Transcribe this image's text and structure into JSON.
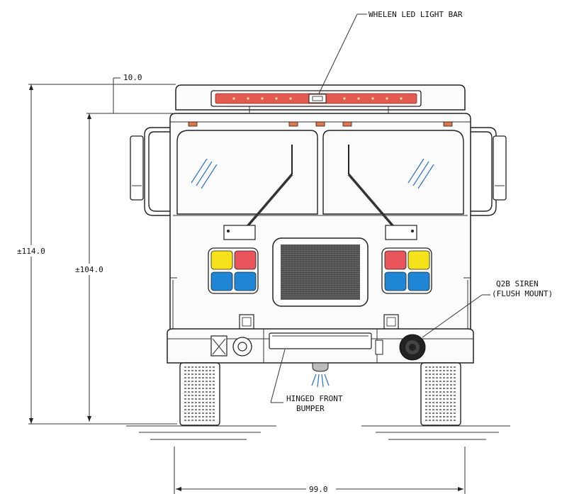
{
  "labels": {
    "light_bar": "WHELEN LED LIGHT BAR",
    "offset_top": "10.0",
    "height_overall": "±114.0",
    "height_body": "±104.0",
    "siren_line1": "Q2B SIREN",
    "siren_line2": "(FLUSH MOUNT)",
    "bumper_line1": "HINGED FRONT",
    "bumper_line2": "BUMPER",
    "width_overall": "99.0"
  },
  "colors": {
    "light_bar": "#e25a50",
    "warning_red": "#e8555a",
    "warning_yellow": "#f5e21b",
    "warning_blue": "#1f86d6",
    "scene_light": "#2a6fd6",
    "marker_amber": "#e0764a"
  }
}
